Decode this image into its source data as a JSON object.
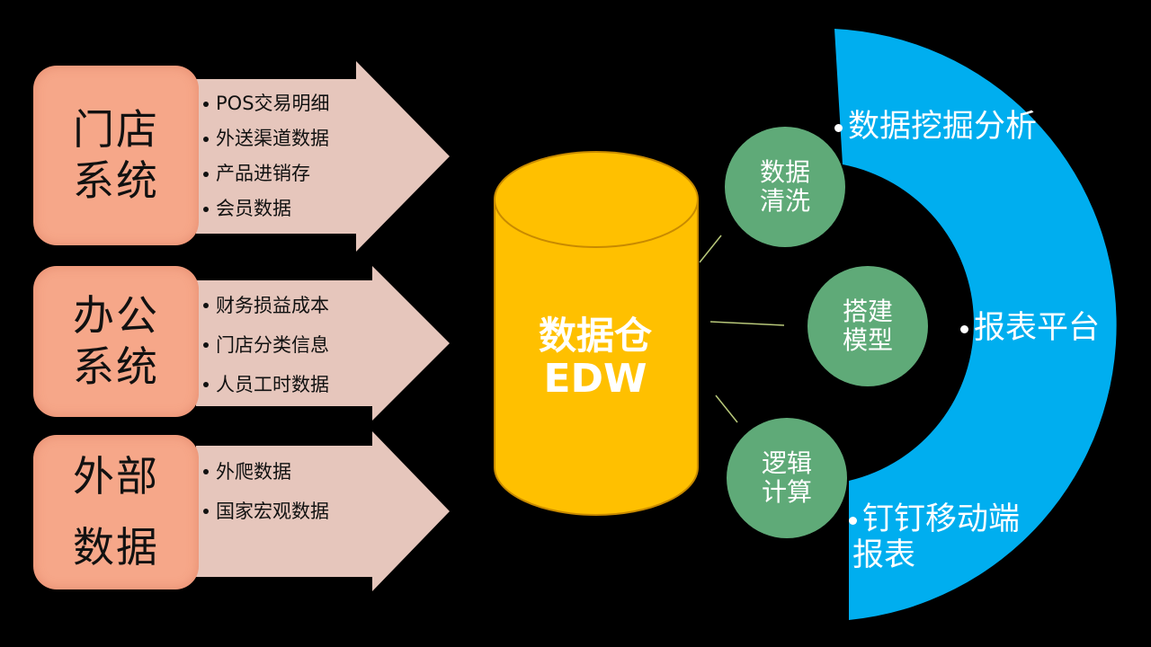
{
  "sources": [
    {
      "title_lines": [
        "门店",
        "系统"
      ],
      "items": [
        "POS交易明细",
        "外送渠道数据",
        "产品进销存",
        "会员数据"
      ]
    },
    {
      "title_lines": [
        "办公",
        "系统"
      ],
      "items": [
        "财务损益成本",
        "门店分类信息",
        "人员工时数据"
      ]
    },
    {
      "title_lines": [
        "外部",
        "数据"
      ],
      "items": [
        "外爬数据",
        "国家宏观数据"
      ]
    }
  ],
  "warehouse": {
    "line1": "数据仓",
    "line2": "EDW"
  },
  "processes": [
    {
      "lines": [
        "数据",
        "清洗"
      ]
    },
    {
      "lines": [
        "搭建",
        "模型"
      ]
    },
    {
      "lines": [
        "逻辑",
        "计算"
      ]
    }
  ],
  "outputs": [
    {
      "label": "数据挖掘分析"
    },
    {
      "label": "报表平台"
    },
    {
      "label_lines": [
        "钉钉移动端",
        "报表"
      ]
    }
  ],
  "colors": {
    "source_box": "#f6a789",
    "arrow": "#e6c6bc",
    "warehouse": "#ffc000",
    "process_circle": "#5faa78",
    "output_arc": "#00aeef",
    "background": "#000000"
  }
}
